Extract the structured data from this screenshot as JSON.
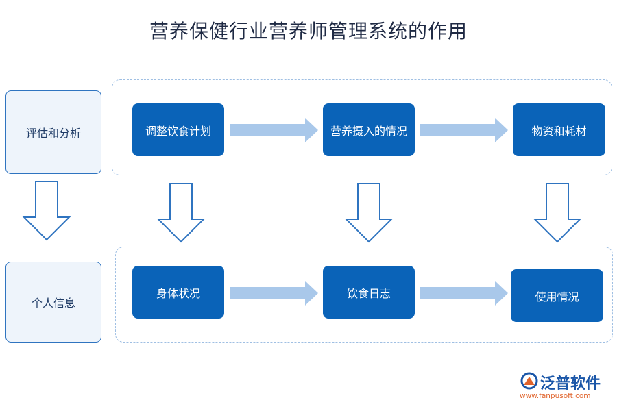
{
  "title": "营养保健行业营养师管理系统的作用",
  "left_labels": {
    "top": "评估和分析",
    "bottom": "个人信息"
  },
  "top_row": [
    "调整饮食计划",
    "营养摄入的情况",
    "物资和耗材"
  ],
  "bottom_row": [
    "身体状况",
    "饮食日志",
    "使用情况"
  ],
  "logo": {
    "name": "泛普软件",
    "url": "www.fanpusoft.com"
  },
  "colors": {
    "node_fill": "#0a63b8",
    "side_border": "#2f74c0",
    "side_fill": "#eef4fb",
    "right_arrow": "#a9c8ea",
    "down_arrow_stroke": "#2f74c0",
    "dash": "#9fbfe3",
    "logo_accent": "#e0632b"
  }
}
